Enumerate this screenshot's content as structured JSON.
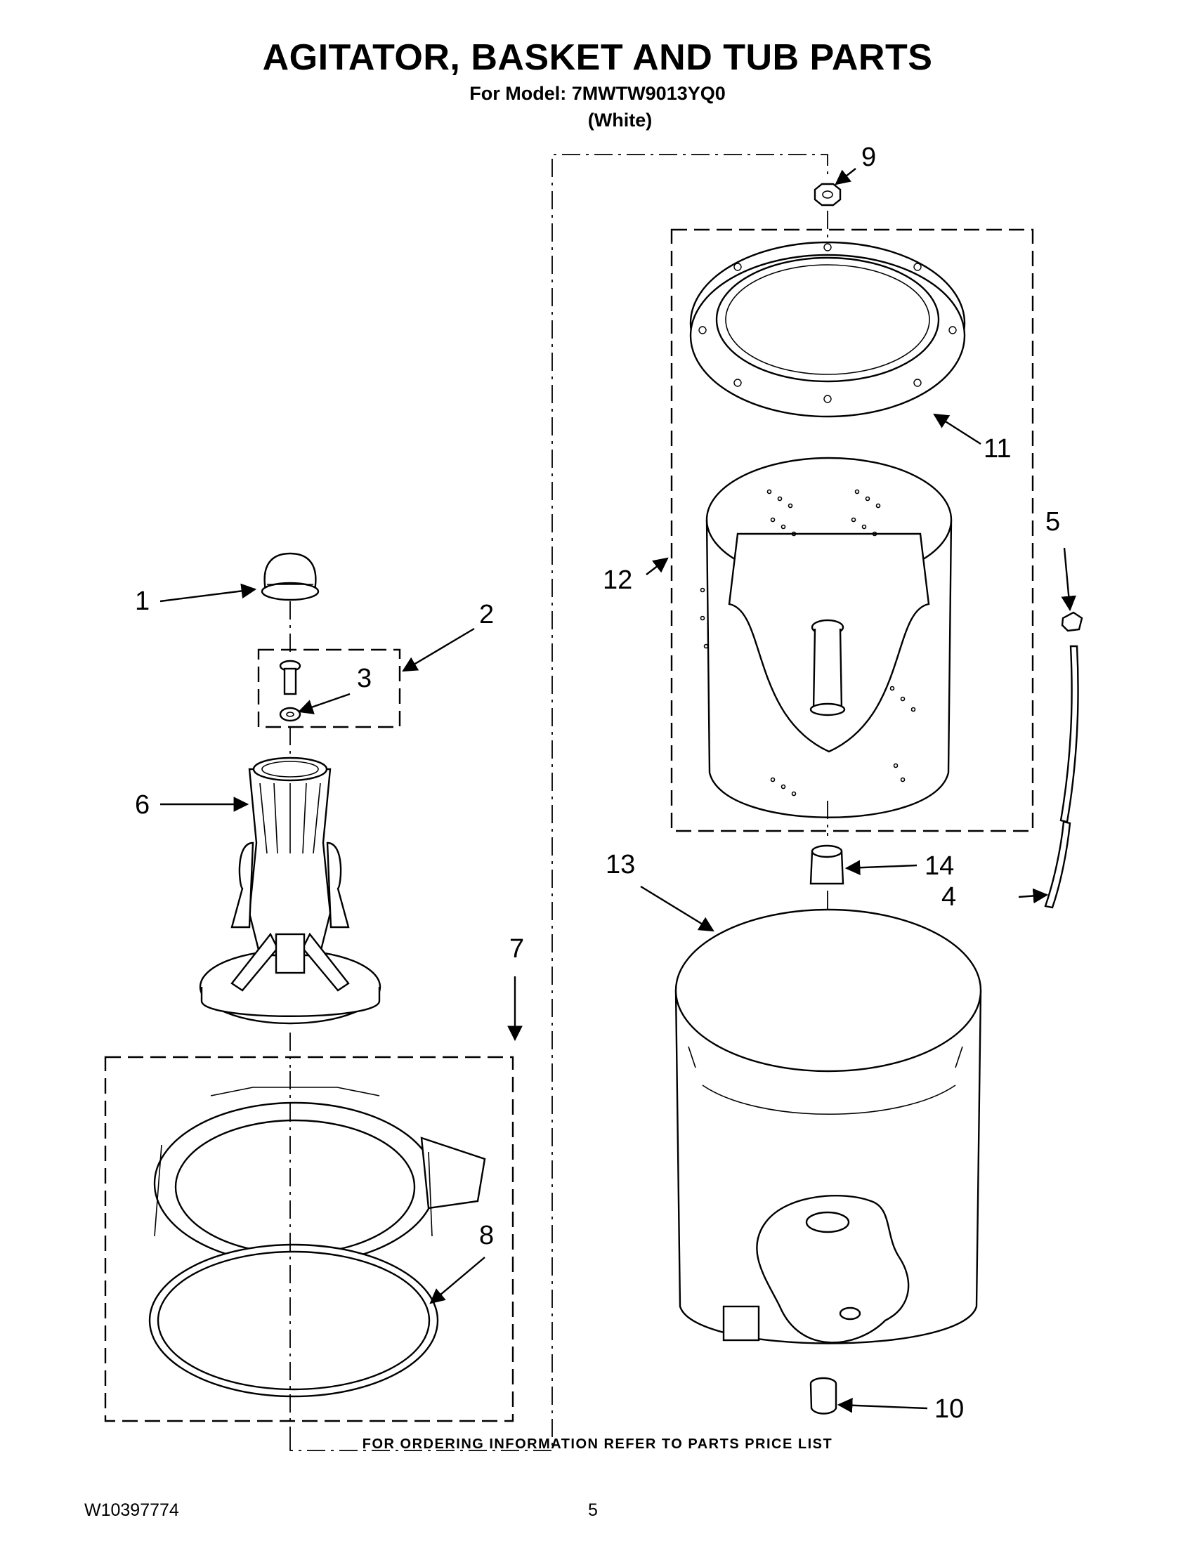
{
  "header": {
    "title": "AGITATOR, BASKET AND TUB PARTS",
    "model_line": "For Model: 7MWTW9013YQ0",
    "color_line": "(White)"
  },
  "callouts": {
    "c1": "1",
    "c2": "2",
    "c3": "3",
    "c4": "4",
    "c5": "5",
    "c6": "6",
    "c7": "7",
    "c8": "8",
    "c9": "9",
    "c10": "10",
    "c11": "11",
    "c12": "12",
    "c13": "13",
    "c14": "14"
  },
  "footer": {
    "ordering_note": "FOR ORDERING INFORMATION REFER TO PARTS PRICE LIST",
    "document_id": "W10397774",
    "page_number": "5"
  }
}
